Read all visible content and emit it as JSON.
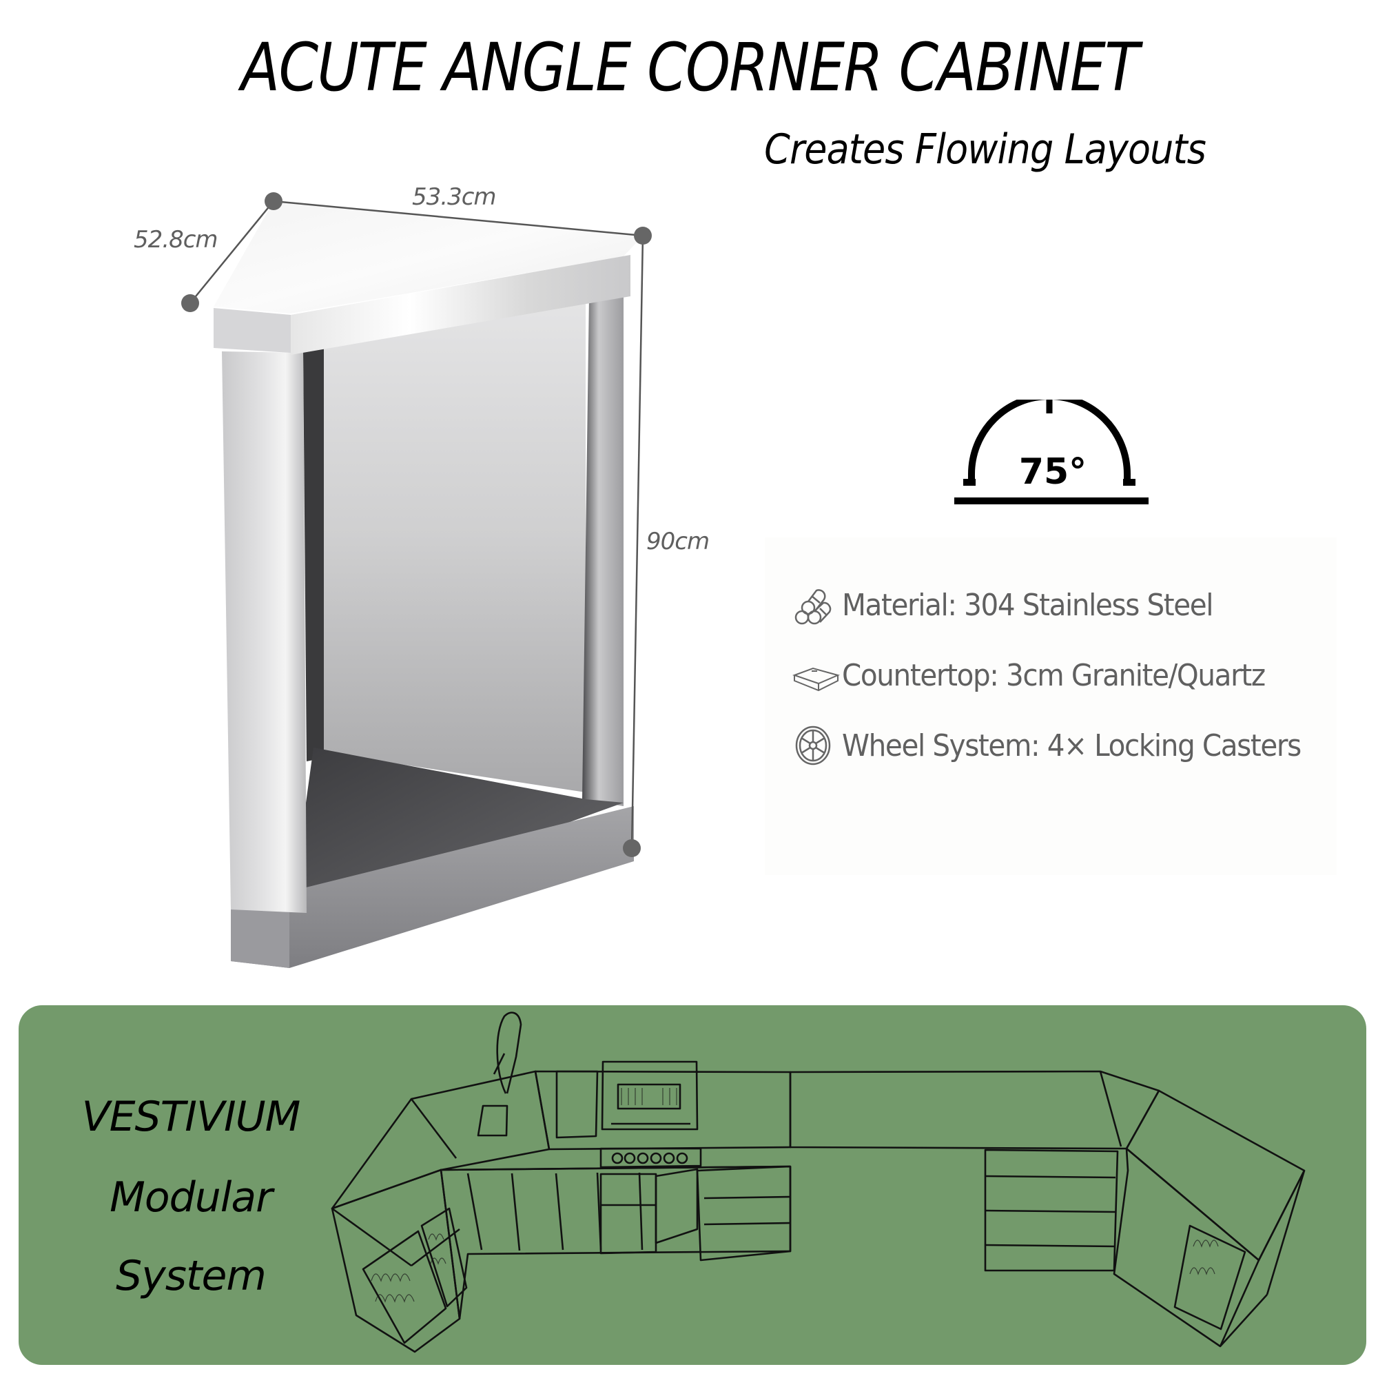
{
  "header": {
    "title": "ACUTE ANGLE CORNER CABINET",
    "subtitle": "Creates Flowing Layouts"
  },
  "product": {
    "name": "acute angle corner cabinet",
    "finish": "stainless steel",
    "dimensions": {
      "width": "53.3cm",
      "depth": "52.8cm",
      "height": "90cm"
    }
  },
  "angle_badge": {
    "icon": "protractor-arc-icon",
    "value": "75°"
  },
  "features": [
    {
      "icon": "stacked-pipes-icon",
      "label": "Material: 304 Stainless Steel"
    },
    {
      "icon": "countertop-slab-icon",
      "label": "Countertop: 3cm Granite/Quartz"
    },
    {
      "icon": "wheel-icon",
      "label": "Wheel System: 4× Locking Casters"
    }
  ],
  "banner": {
    "brand_lines": [
      "VESTIVIUM",
      "Modular",
      "System"
    ],
    "illustration": "outdoor-kitchen-line-drawing",
    "colors": {
      "background": "#739a6b",
      "line": "#111111"
    }
  },
  "colors": {
    "dimension_dot": "#666666",
    "dimension_text": "#5f5f5f",
    "feature_text": "#606060"
  }
}
